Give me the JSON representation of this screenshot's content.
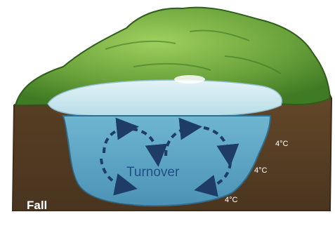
{
  "diagram": {
    "process_label": "Turnover",
    "season_label": "Fall",
    "temperature_labels": [
      "4°C",
      "4°C",
      "4°C"
    ]
  },
  "colors": {
    "soil": "#5b4227",
    "soil_dark": "#3f2d19",
    "grass": "#6aa23b",
    "grass_dark": "#3f7a24",
    "water_surface": "#cde8ef",
    "water_body": "#5fa6c6",
    "arrow": "#1e3c66"
  }
}
